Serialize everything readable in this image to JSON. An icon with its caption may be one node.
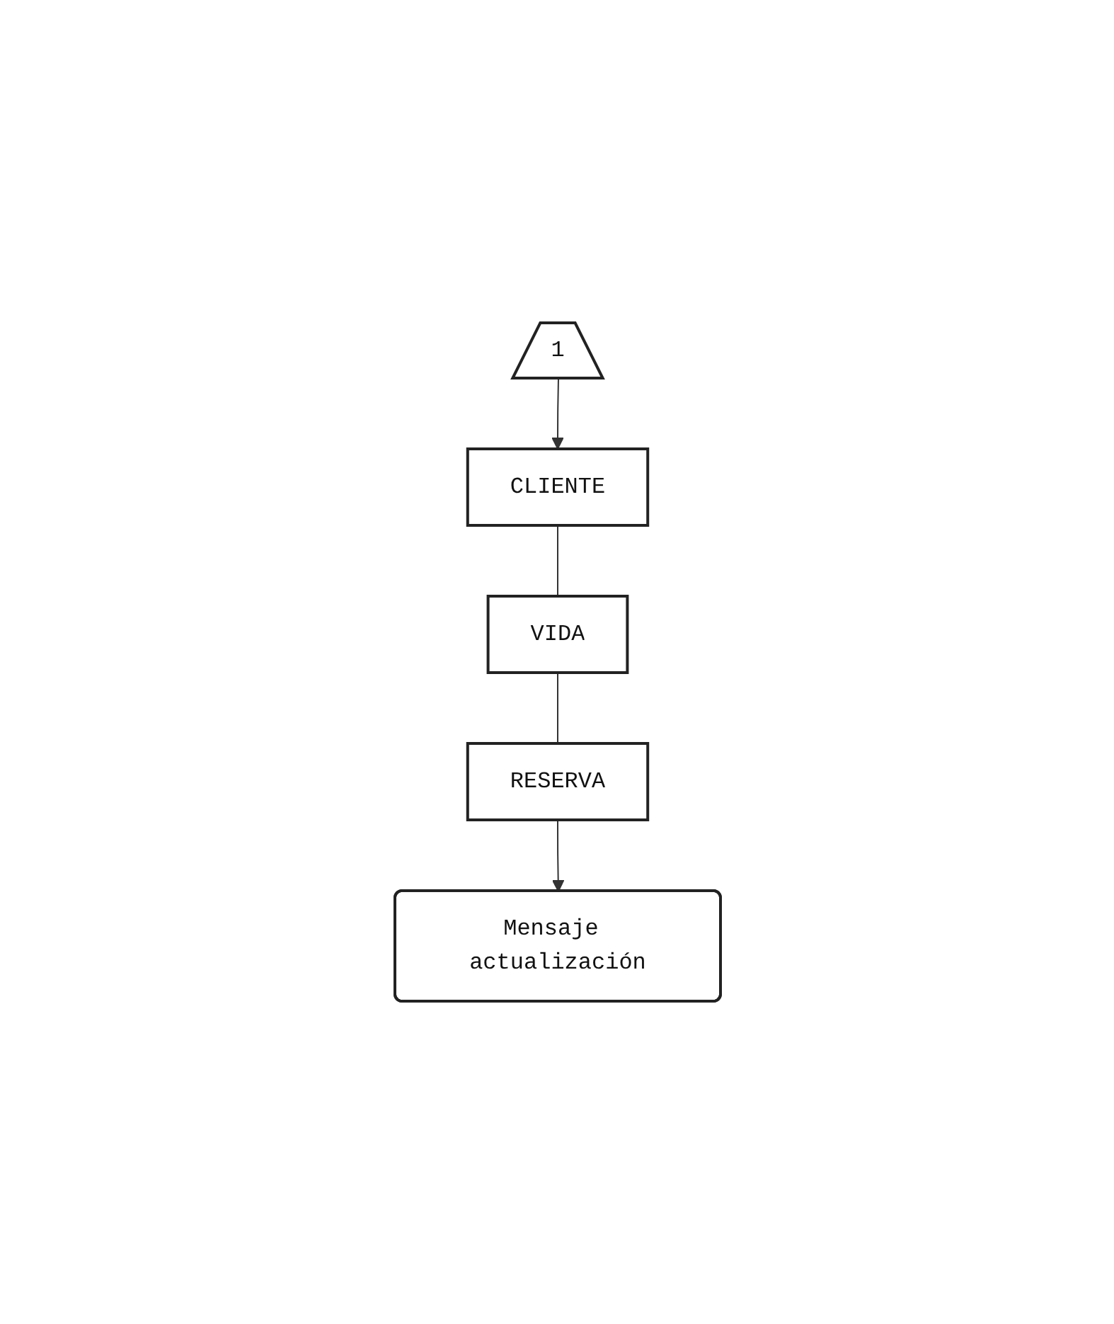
{
  "diagram": {
    "nodes": [
      {
        "text": [
          "1"
        ]
      },
      {
        "text": [
          "CLIENTE"
        ]
      },
      {
        "text": [
          "VIDA"
        ]
      },
      {
        "text": [
          "RESERVA"
        ]
      },
      {
        "text": [
          "Mensaje actualización"
        ]
      }
    ],
    "edges": [
      {
        "from": 0,
        "to": 1,
        "arrow": "to"
      },
      {
        "from": 1,
        "to": 2,
        "arrow": "none"
      },
      {
        "from": 2,
        "to": 3,
        "arrow": "none"
      },
      {
        "from": 3,
        "to": 4,
        "arrow": "to"
      }
    ]
  }
}
